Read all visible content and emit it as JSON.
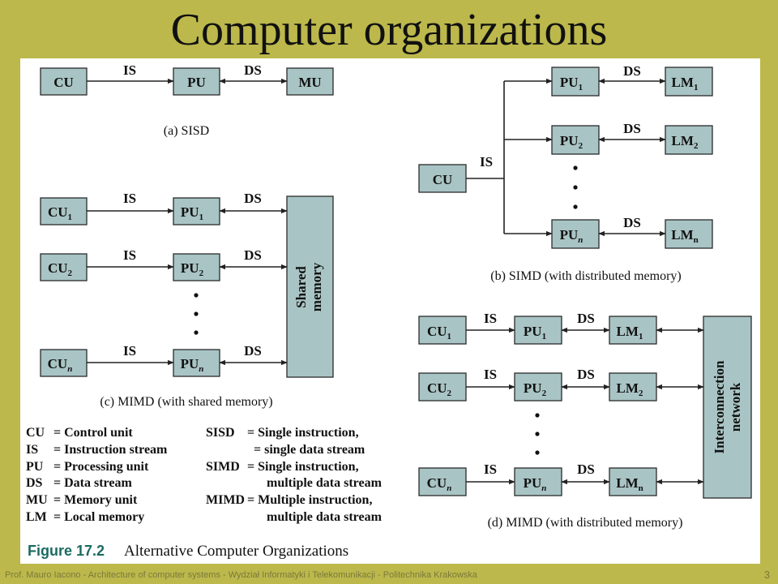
{
  "slide": {
    "title": "Computer organizations",
    "footer": "Prof. Mauro Iacono - Architecture of computer systems - Wydział Informatyki i Telekomunikacji - Politechnika Krakowska",
    "page_number": "3"
  },
  "labels": {
    "cu": "CU",
    "pu": "PU",
    "mu": "MU",
    "lm": "LM",
    "is": "IS",
    "ds": "DS",
    "sub1": "1",
    "sub2": "2",
    "subn": "n",
    "shared_memory_1": "Shared",
    "shared_memory_2": "memory",
    "interconnection_1": "Interconnection",
    "interconnection_2": "network"
  },
  "captions": {
    "a": "(a) SISD",
    "b": "(b) SIMD (with distributed memory)",
    "c": "(c) MIMD (with shared memory)",
    "d": "(d) MIMD (with distributed memory)"
  },
  "legend": {
    "abbrevs": [
      {
        "abbr": "CU",
        "desc": "= Control unit"
      },
      {
        "abbr": "IS",
        "desc": "= Instruction stream"
      },
      {
        "abbr": "PU",
        "desc": "= Processing unit"
      },
      {
        "abbr": "DS",
        "desc": "= Data stream"
      },
      {
        "abbr": "MU",
        "desc": "= Memory unit"
      },
      {
        "abbr": "LM",
        "desc": "= Local memory"
      }
    ],
    "types": [
      {
        "abbr": "SISD",
        "line1": "= Single instruction,",
        "line2": "= single data stream"
      },
      {
        "abbr": "SIMD",
        "line1": "= Single instruction,",
        "line2": "multiple data stream"
      },
      {
        "abbr": "MIMD",
        "line1": "= Multiple instruction,",
        "line2": "multiple data stream"
      }
    ]
  },
  "figure": {
    "number": "Figure 17.2",
    "title": "Alternative Computer Organizations"
  }
}
